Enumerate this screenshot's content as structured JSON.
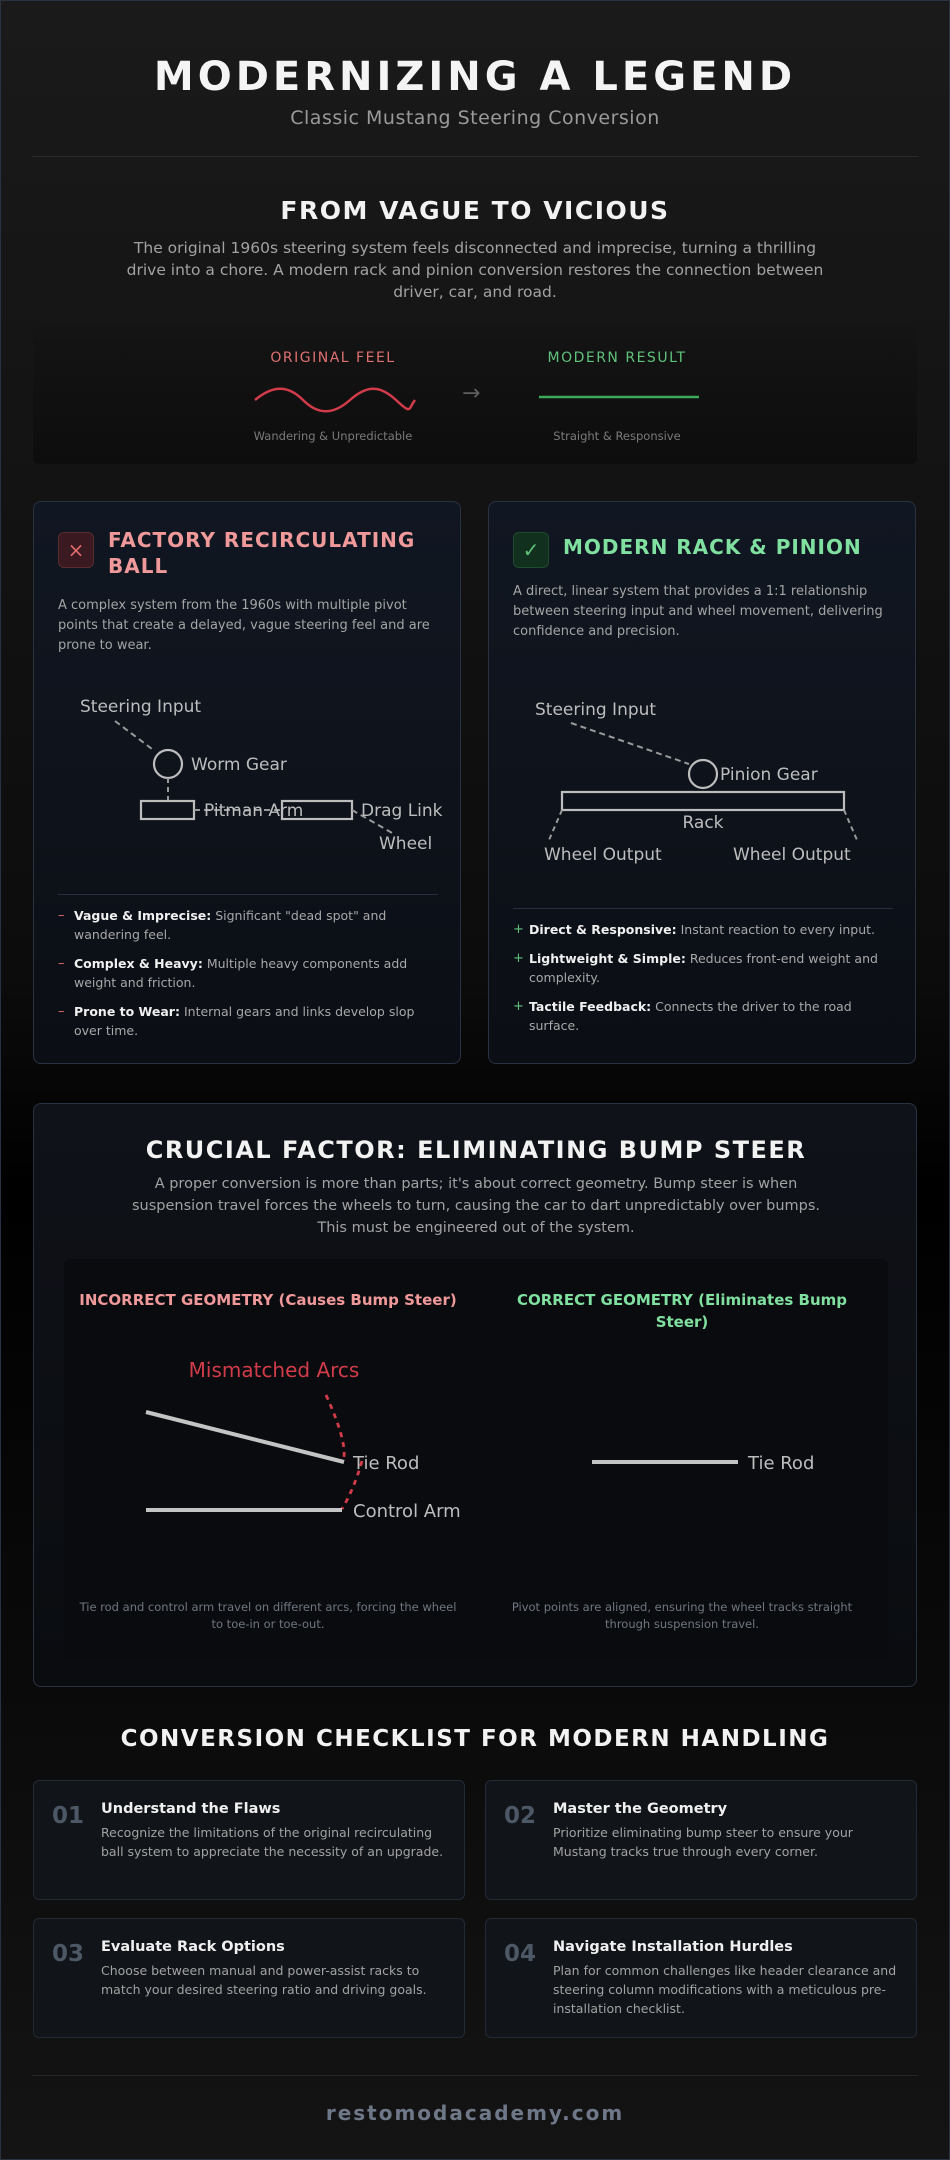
{
  "header": {
    "title": "MODERNIZING A LEGEND",
    "subtitle": "Classic Mustang Steering Conversion"
  },
  "intro": {
    "title": "FROM VAGUE TO VICIOUS",
    "text": "The original 1960s steering system feels disconnected and imprecise, turning a thrilling drive into a chore. A modern rack and pinion conversion restores the connection between driver, car, and road.",
    "original_label": "ORIGINAL FEEL",
    "original_caption": "Wandering & Unpredictable",
    "arrow": "→",
    "modern_label": "MODERN RESULT",
    "modern_caption": "Straight & Responsive"
  },
  "factory_card": {
    "icon": "×",
    "title_line1": "FACTORY RECIRCULATING",
    "title_line2": "BALL",
    "desc": "A complex system from the 1960s with multiple pivot points that create a delayed, vague steering feel and are prone to wear.",
    "diagram": {
      "steering_input": "Steering Input",
      "worm_gear": "Worm Gear",
      "pitman_arm": "Pitman Arm",
      "drag_link": "Drag Link",
      "wheel": "Wheel"
    },
    "bullets": [
      {
        "mark": "–",
        "bold": "Vague & Imprecise:",
        "text": " Significant \"dead spot\" and wandering feel."
      },
      {
        "mark": "–",
        "bold": "Complex & Heavy:",
        "text": " Multiple heavy components add weight and friction."
      },
      {
        "mark": "–",
        "bold": "Prone to Wear:",
        "text": " Internal gears and links develop slop over time."
      }
    ]
  },
  "modern_card": {
    "icon": "✓",
    "title": "MODERN RACK & PINION",
    "desc": "A direct, linear system that provides a 1:1 relationship between steering input and wheel movement, delivering confidence and precision.",
    "diagram": {
      "steering_input": "Steering Input",
      "pinion_gear": "Pinion Gear",
      "rack": "Rack",
      "wheel_output_left": "Wheel Output",
      "wheel_output_right": "Wheel Output"
    },
    "bullets": [
      {
        "mark": "+",
        "bold": "Direct & Responsive:",
        "text": " Instant reaction to every input."
      },
      {
        "mark": "+",
        "bold": "Lightweight & Simple:",
        "text": " Reduces front-end weight and complexity."
      },
      {
        "mark": "+",
        "bold": "Tactile Feedback:",
        "text": " Connects the driver to the road surface."
      }
    ]
  },
  "bump_steer": {
    "title": "CRUCIAL FACTOR: ELIMINATING BUMP STEER",
    "text": "A proper conversion is more than parts; it's about correct geometry. Bump steer is when suspension travel forces the wheels to turn, causing the car to dart unpredictably over bumps. This must be engineered out of the system.",
    "incorrect_title": "INCORRECT GEOMETRY (Causes Bump Steer)",
    "incorrect_diagram": {
      "mismatched_arcs": "Mismatched Arcs",
      "tie_rod": "Tie Rod",
      "control_arm": "Control Arm"
    },
    "incorrect_caption": "Tie rod and control arm travel on different arcs, forcing the wheel to toe-in or toe-out.",
    "correct_title": "CORRECT GEOMETRY (Eliminates Bump Steer)",
    "correct_diagram": {
      "tie_rod": "Tie Rod"
    },
    "correct_caption": "Pivot points are aligned, ensuring the wheel tracks straight through suspension travel."
  },
  "checklist": {
    "title": "CONVERSION CHECKLIST FOR MODERN HANDLING",
    "steps": [
      {
        "num": "01",
        "title": "Understand the Flaws",
        "text": "Recognize the limitations of the original recirculating ball system to appreciate the necessity of an upgrade."
      },
      {
        "num": "02",
        "title": "Master the Geometry",
        "text": "Prioritize eliminating bump steer to ensure your Mustang tracks true through every corner."
      },
      {
        "num": "03",
        "title": "Evaluate Rack Options",
        "text": "Choose between manual and power-assist racks to match your desired steering ratio and driving goals."
      },
      {
        "num": "04",
        "title": "Navigate Installation Hurdles",
        "text": "Plan for common challenges like header clearance and steering column modifications with a meticulous pre-installation checklist."
      }
    ]
  },
  "footer": {
    "site": "restomodacademy.com"
  },
  "colors": {
    "accent_red": "#f0999a",
    "accent_green": "#7fe0a0",
    "wave_red": "#d23c4a",
    "line_green": "#3aaa58"
  }
}
